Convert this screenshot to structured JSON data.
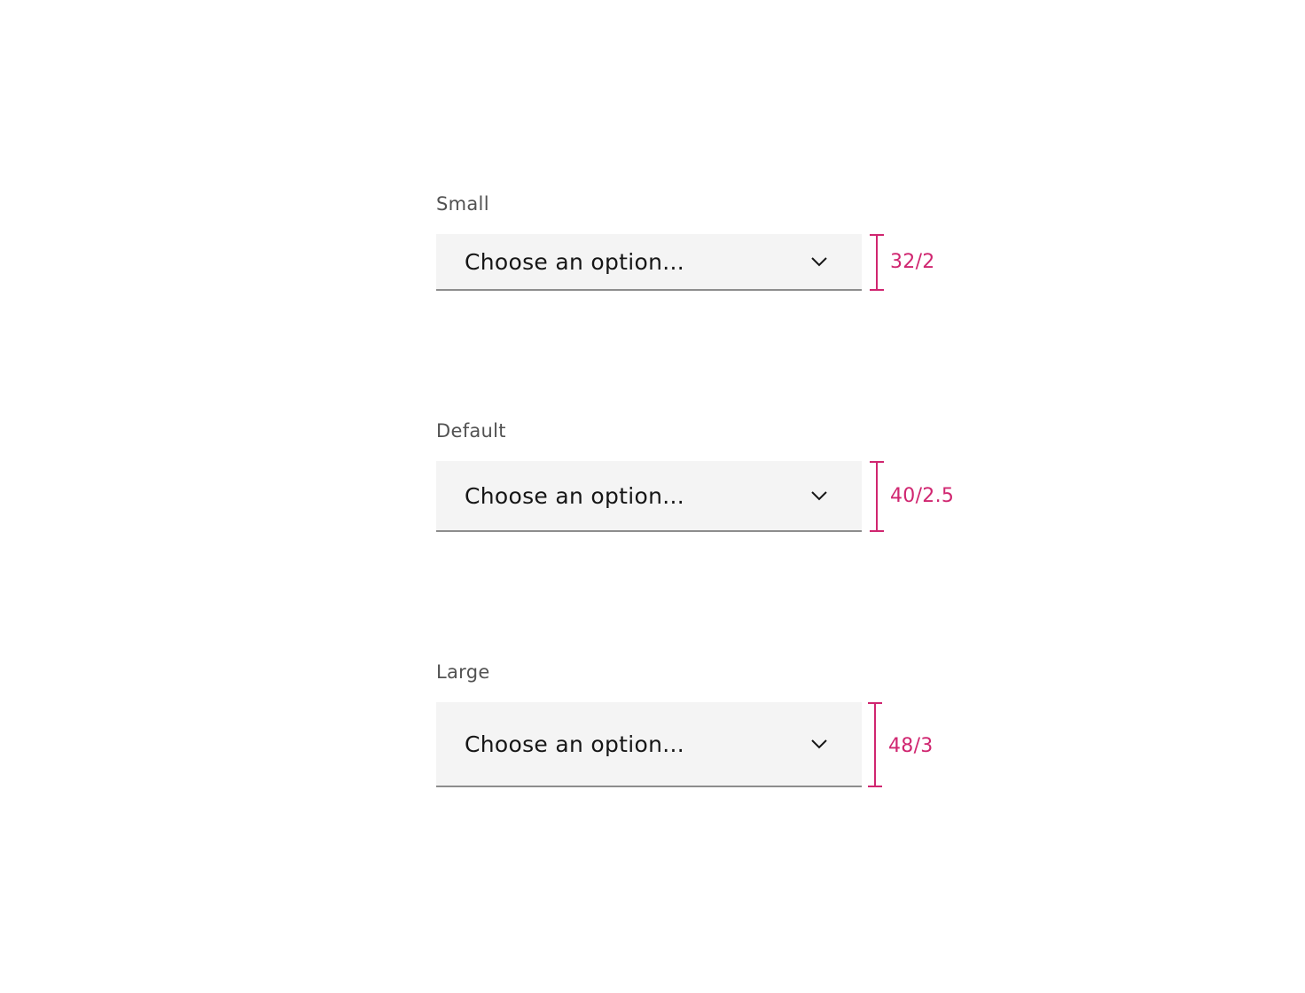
{
  "variants": [
    {
      "label": "Small",
      "value": "Choose an option...",
      "annotation": "32/2",
      "chevron_icon": "chevron-down-icon"
    },
    {
      "label": "Default",
      "value": "Choose an option...",
      "annotation": "40/2.5",
      "chevron_icon": "chevron-down-icon"
    },
    {
      "label": "Large",
      "value": "Choose an option...",
      "annotation": "48/3",
      "chevron_icon": "chevron-down-icon"
    }
  ],
  "colors": {
    "field_background": "#f4f4f4",
    "field_border": "#8d8d8d",
    "label_text": "#525252",
    "value_text": "#161616",
    "annotation": "#d02670"
  }
}
